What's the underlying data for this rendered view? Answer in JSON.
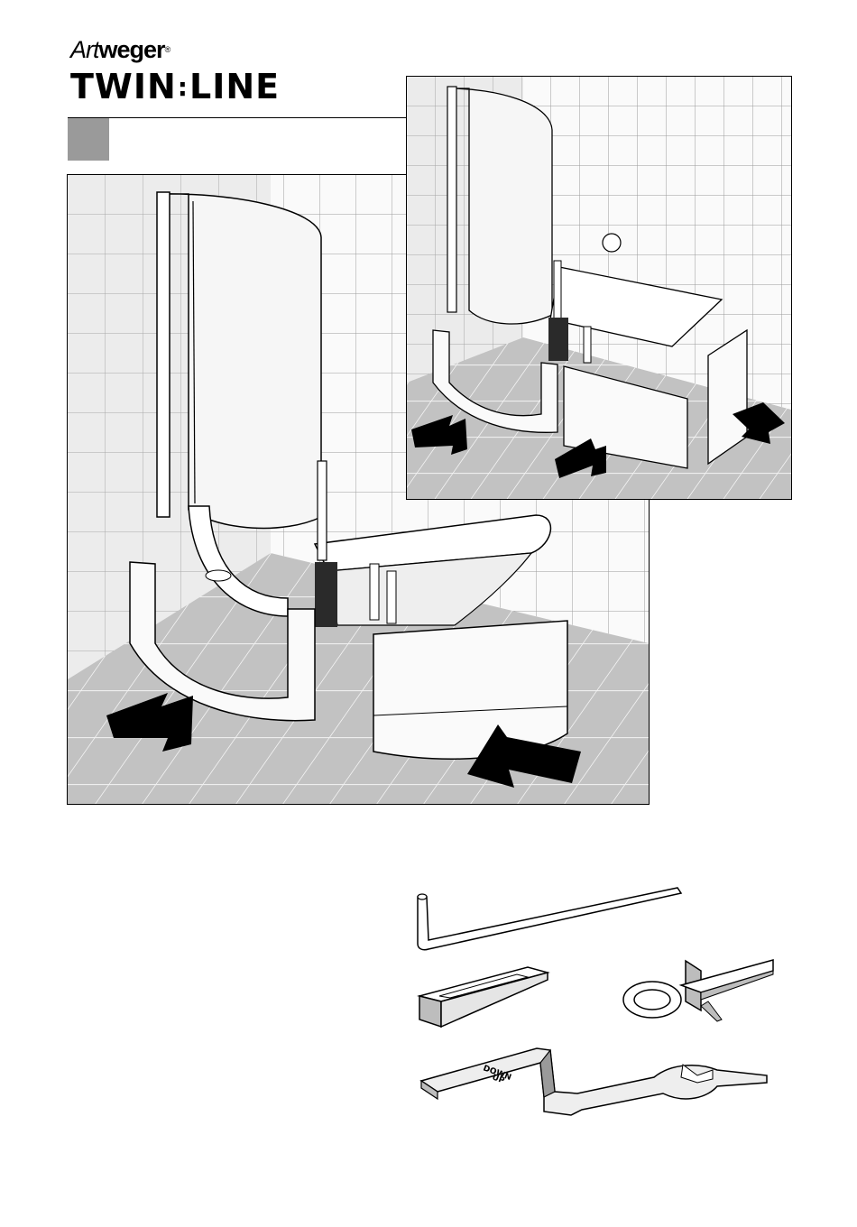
{
  "brand": {
    "name_part1": "Art",
    "name_part2": "weger",
    "registered": "®",
    "product_part1": "TWIN",
    "product_sep": ":",
    "product_part2": "LINE"
  },
  "colors": {
    "tile_wall": "#e9e9e9",
    "tile_floor": "#bdbdbd",
    "step_box": "#9a9a9a",
    "outline": "#000000"
  },
  "icons": {
    "arrow": "arrow-icon",
    "hex_key": "hex-key-icon",
    "wedge": "wedge-icon",
    "bracket": "leveling-bracket-icon",
    "spanner": "spanner-icon"
  },
  "spanner_text": {
    "down": "DOWN",
    "up": "UP"
  }
}
